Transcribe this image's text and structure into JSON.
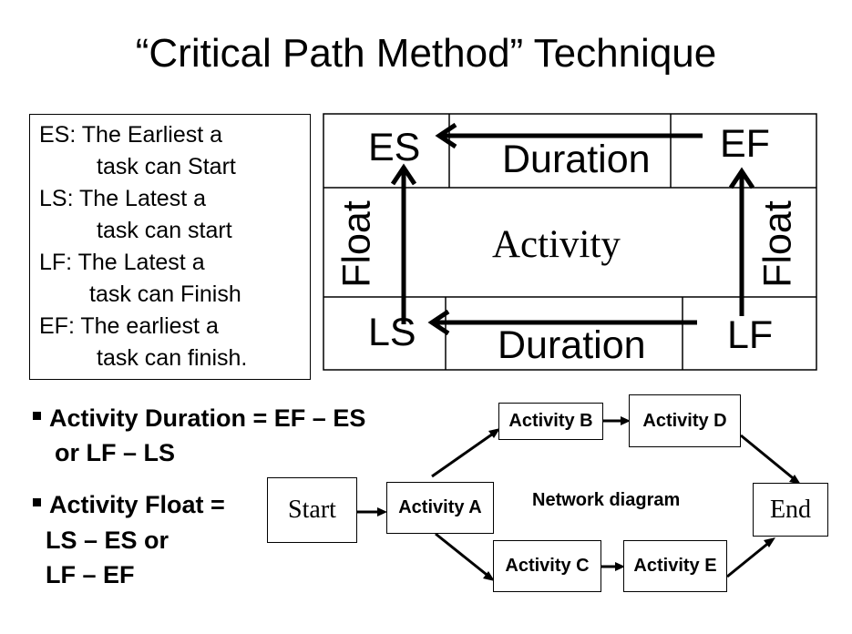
{
  "title": "“Critical Path Method” Technique",
  "legend": [
    {
      "line1": "ES: The Earliest a",
      "line2": "task can Start"
    },
    {
      "line1": "LS: The Latest a",
      "line2": "task can start"
    },
    {
      "line1": "LF: The Latest a",
      "line2": "task can Finish"
    },
    {
      "line1": "EF: The earliest a",
      "line2": "task can finish."
    }
  ],
  "node": {
    "es": "ES",
    "ef": "EF",
    "ls": "LS",
    "lf": "LF",
    "duration_top": "Duration",
    "duration_bottom": "Duration",
    "activity": "Activity",
    "float_left": "Float",
    "float_right": "Float"
  },
  "formulas": {
    "duration_line1": "Activity Duration = EF – ES",
    "duration_line2": "or LF – LS",
    "float_line1": "Activity Float =",
    "float_line2": "LS – ES  or",
    "float_line3": "LF – EF"
  },
  "network": {
    "label": "Network diagram",
    "start": "Start",
    "end": "End",
    "activity_a": "Activity A",
    "activity_b": "Activity B",
    "activity_c": "Activity C",
    "activity_d": "Activity D",
    "activity_e": "Activity E"
  }
}
